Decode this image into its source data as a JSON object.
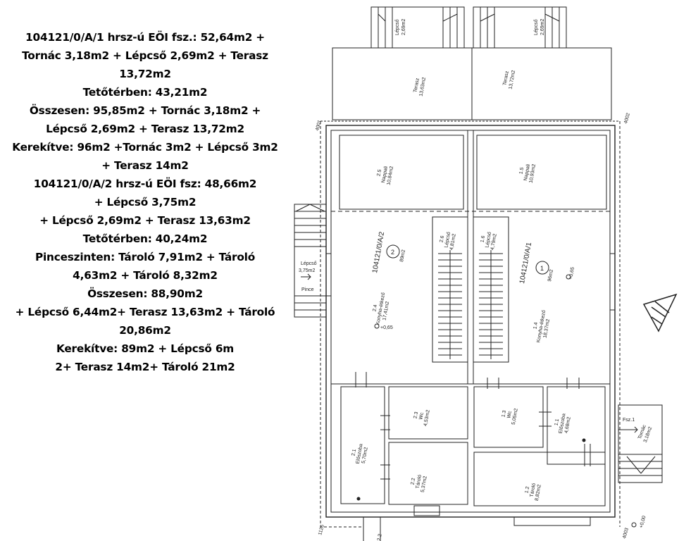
{
  "summary_lines": [
    "104121/0/A/1 hrsz-ú EÖI fsz.: 52,64m2 +",
    "Tornác 3,18m2 + Lépcső 2,69m2 + Terasz",
    "13,72m2",
    "Tetőtérben: 43,21m2",
    "Összesen: 95,85m2 + Tornác 3,18m2 +",
    "Lépcső 2,69m2 + Terasz 13,72m2",
    "Kerekítve: 96m2 +Tornác 3m2 + Lépcső 3m2",
    "+ Terasz 14m2",
    "104121/0/A/2 hrsz-ú EÖI fsz: 48,66m2",
    "+ Lépcső 3,75m2",
    "+ Lépcső 2,69m2 + Terasz 13,63m2",
    "Tetőtérben: 40,24m2",
    "Pinceszinten: Tároló 7,91m2 + Tároló",
    "4,63m2 + Tároló 8,32m2",
    "Összesen: 88,90m2",
    "+ Lépcső 6,44m2+ Terasz 13,63m2 + Tároló",
    "20,86m2",
    "Kerekítve: 89m2 + Lépcső 6m",
    "2+ Terasz 14m2+ Tároló 21m2"
  ],
  "plan": {
    "stair_top_left": {
      "name": "Lépcső",
      "area": "2,69m2"
    },
    "stair_top_right": {
      "name": "Lépcső",
      "area": "2,69m2"
    },
    "terrace_left": {
      "name": "Terasz",
      "area": "13,63m2"
    },
    "terrace_right": {
      "name": "Terasz",
      "area": "13,72m2"
    },
    "corner_labels": {
      "top_left": "4001",
      "top_right": "4002",
      "bottom_left": "1126",
      "bottom_right": "4003"
    },
    "room_2_5": {
      "num": "2.5",
      "name": "Nappali",
      "area": "10,84m2"
    },
    "room_1_5": {
      "num": "1.5",
      "name": "Nappali",
      "area": "10,93m2"
    },
    "room_2_6": {
      "num": "2.6",
      "name": "Lépcső",
      "area": "4,81m2"
    },
    "room_1_6": {
      "num": "1.6",
      "name": "Lépcső",
      "area": "4,79m2"
    },
    "unit_a2": {
      "id": "104121/0/A/2",
      "circle": "2",
      "area": "89m2"
    },
    "unit_a1": {
      "id": "104121/0/A/1",
      "circle": "1",
      "area": "96m2"
    },
    "room_2_4": {
      "num": "2.4",
      "name": "Konyha-étkező",
      "area": "17,41m2"
    },
    "room_1_4": {
      "num": "1.4",
      "name": "Konyha-étkező",
      "area": "18,37m2"
    },
    "level_left": "+0,65",
    "level_right": "+0,65",
    "side_stair": {
      "name": "Lépcső",
      "area": "3,75m2",
      "target": "Pince"
    },
    "room_2_3": {
      "num": "2.3",
      "name": "Wc",
      "area": "4,53m2"
    },
    "room_1_3": {
      "num": "1.3",
      "name": "Wc",
      "area": "5,05m2"
    },
    "room_2_1": {
      "num": "2.1",
      "name": "Előszoba",
      "area": "5,70m2"
    },
    "room_1_1": {
      "num": "1.1",
      "name": "Előszoba",
      "area": "4,68m2"
    },
    "room_2_2": {
      "num": "2.2",
      "name": "Tároló",
      "area": "5,37m2"
    },
    "room_1_2": {
      "num": "1.2",
      "name": "Tároló",
      "area": "8,82m2"
    },
    "entrance_label": "Fsz.1",
    "porch": {
      "name": "Tornác",
      "area": "3,18m2"
    },
    "level_bottom": "+0,00",
    "bottom_stair_label": "2.2"
  },
  "colors": {
    "line": "#222222",
    "background": "#ffffff",
    "text": "#000000"
  }
}
